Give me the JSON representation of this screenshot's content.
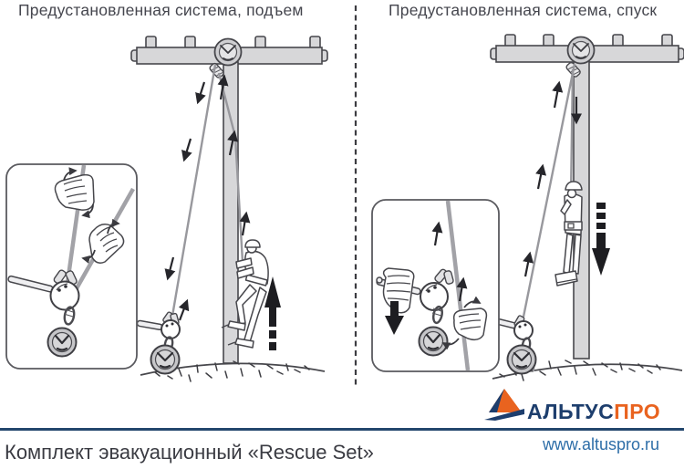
{
  "panels": {
    "left": {
      "title": "Предустановленная система, подъем"
    },
    "right": {
      "title": "Предустановленная система, спуск"
    }
  },
  "logo": {
    "brand_primary": "АЛЬТУС",
    "brand_secondary": "ПРО"
  },
  "footer": {
    "website": "www.altuspro.ru",
    "product_label": "Комплект эвакуационный «Rescue Set»"
  },
  "icons": {
    "ascent_arrow": "thick-black-up-arrow-dashed-tail",
    "descent_arrow": "thick-black-down-arrow-dashed-tail",
    "rope_direction_arrows": "thin-up-down-arrows",
    "hands": "gloved-hands-gripping-rope",
    "logo_mark": "mountain-triangle"
  },
  "colors": {
    "brand_navy": "#1d3e6d",
    "brand_orange": "#e9631f",
    "link_blue": "#2e6ea8",
    "divider_navy": "#23466d",
    "text_dark": "#45464e",
    "diagram_outline": "#47474c",
    "diagram_fill": "#d7d7d9",
    "rope_gray": "#98989d"
  }
}
